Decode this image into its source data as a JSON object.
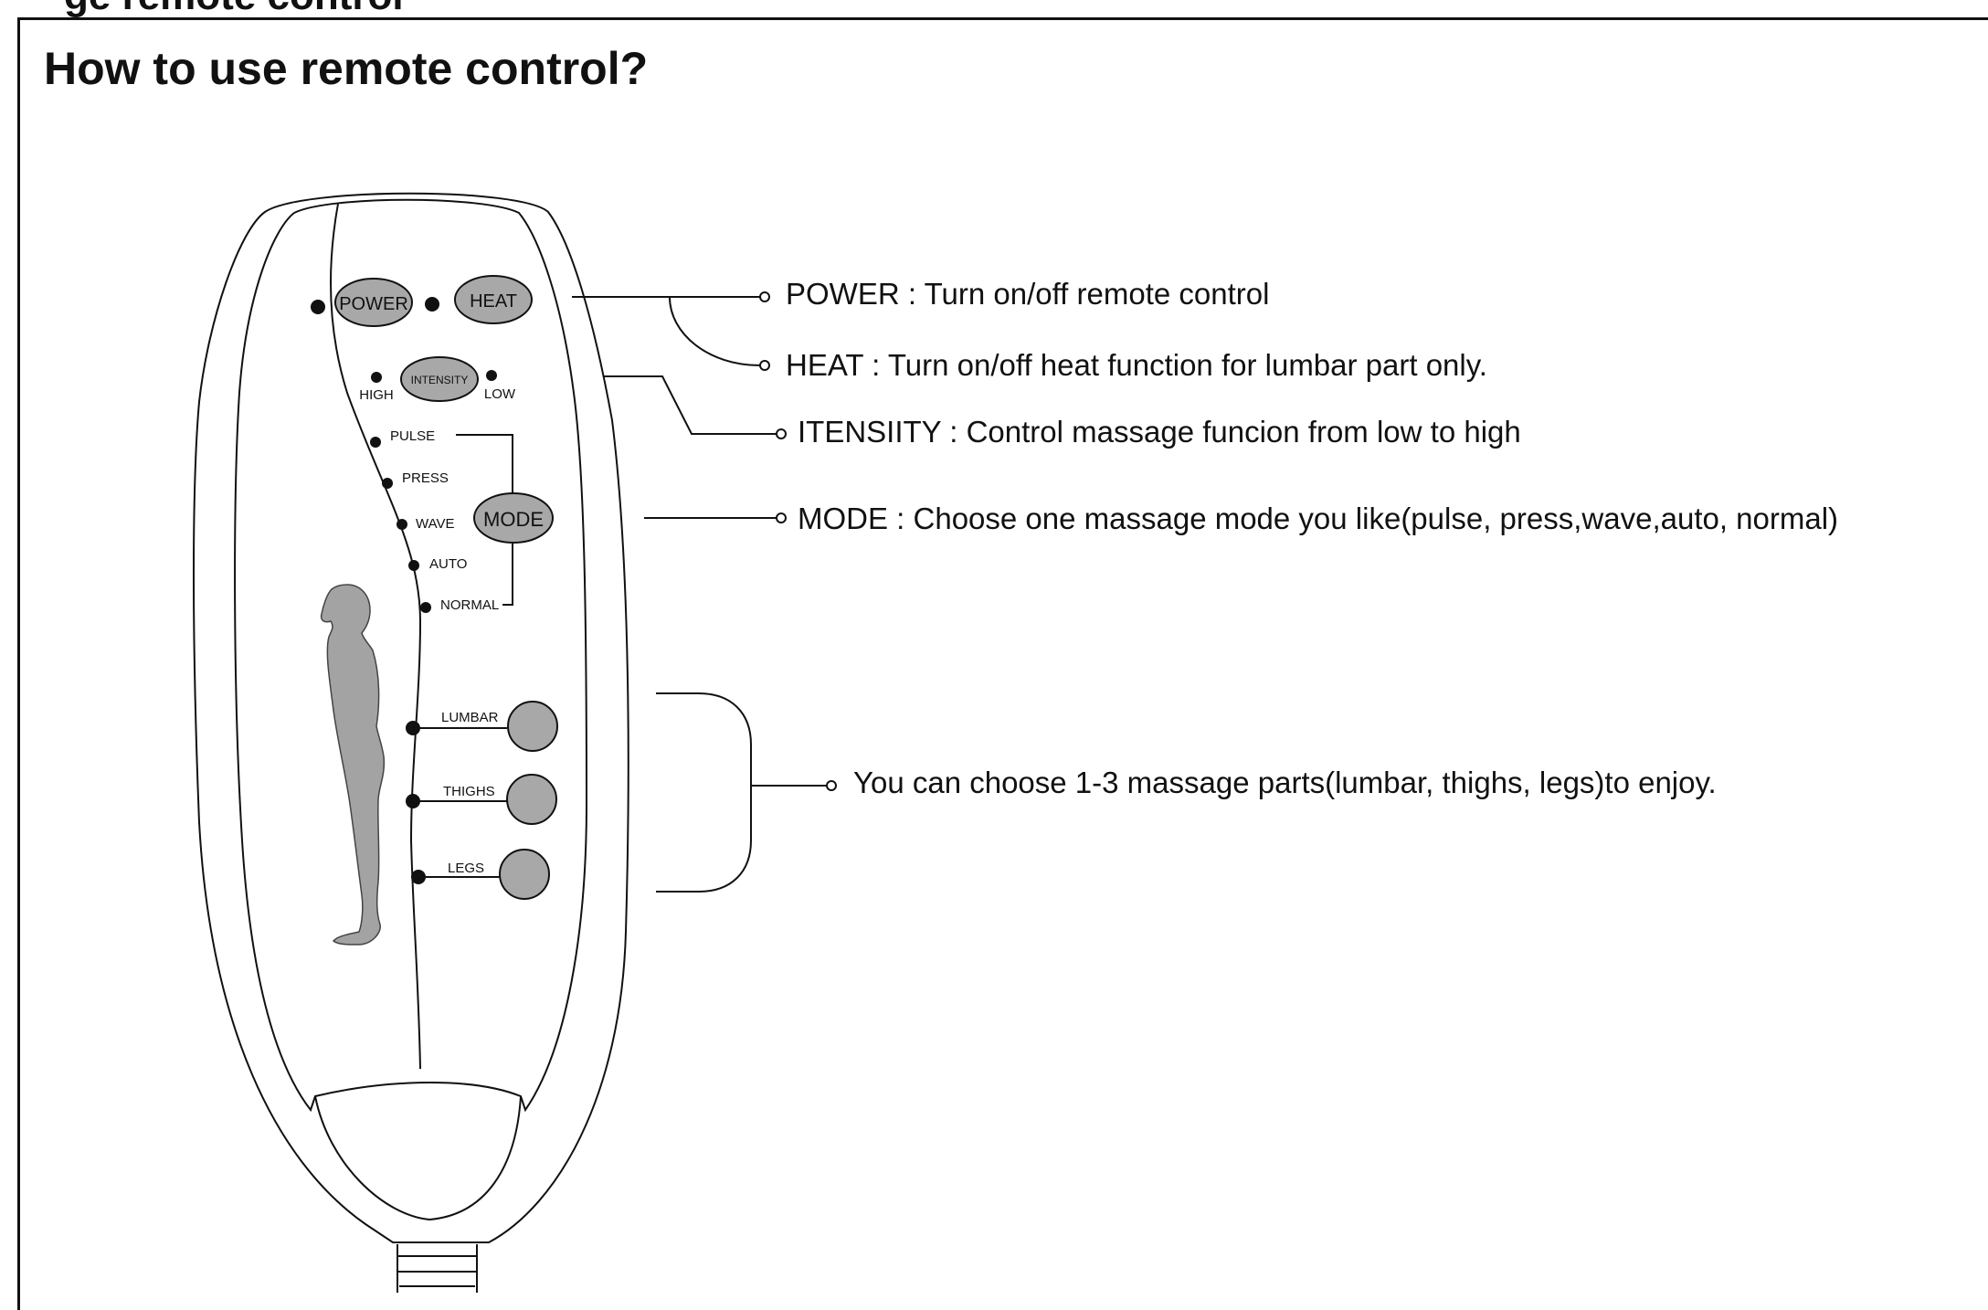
{
  "header": {
    "top_strip_text": "ge remote control",
    "title": "How to use remote control?"
  },
  "remote": {
    "buttons": {
      "power": "POWER",
      "heat": "HEAT",
      "intensity": "INTENSITY",
      "mode": "MODE"
    },
    "intensity_levels": {
      "high": "HIGH",
      "low": "LOW"
    },
    "modes": [
      "PULSE",
      "PRESS",
      "WAVE",
      "AUTO",
      "NORMAL"
    ],
    "parts": [
      "LUMBAR",
      "THIGHS",
      "LEGS"
    ]
  },
  "callouts": {
    "power": "POWER : Turn on/off remote control",
    "heat": "HEAT : Turn on/off heat function for lumbar part only.",
    "intensity": "ITENSIITY : Control massage funcion from low to high",
    "mode": "MODE : Choose one massage mode you like(pulse, press,wave,auto, normal)",
    "parts": "You can choose 1-3 massage parts(lumbar, thighs, legs)to enjoy."
  },
  "colors": {
    "button_fill": "#a8a8a8",
    "ink": "#111111",
    "figure_fill": "#a3a3a3"
  }
}
